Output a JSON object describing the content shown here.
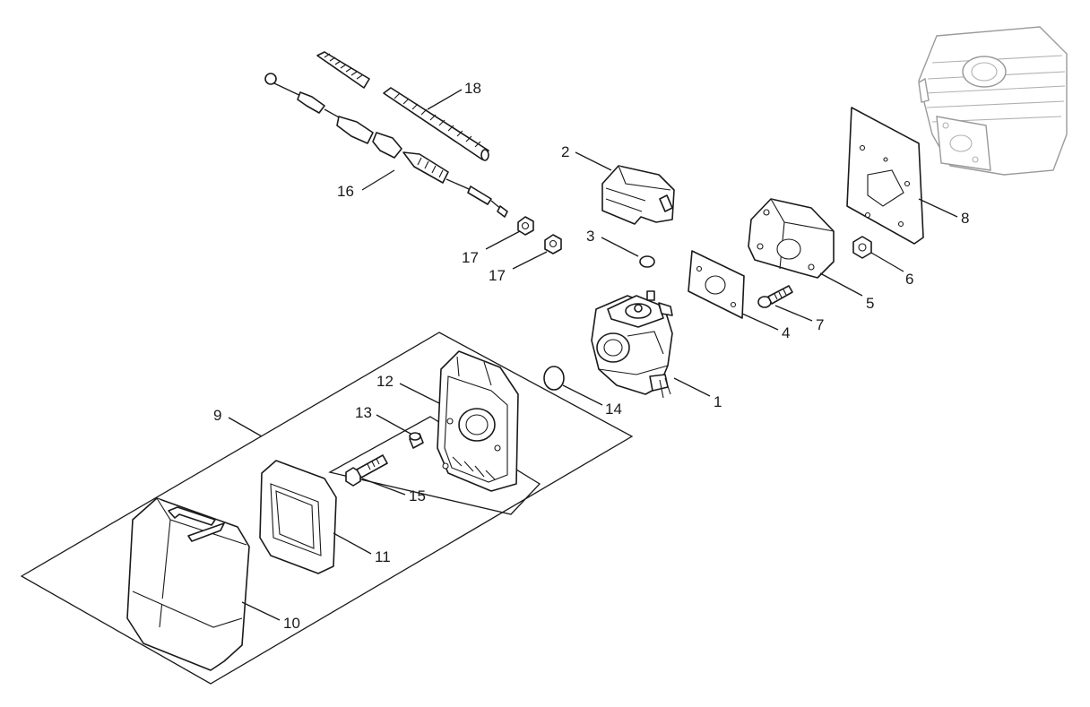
{
  "labels": {
    "p1": "1",
    "p2": "2",
    "p3": "3",
    "p4": "4",
    "p5": "5",
    "p6": "6",
    "p7": "7",
    "p8": "8",
    "p9": "9",
    "p10": "10",
    "p11": "11",
    "p12": "12",
    "p13": "13",
    "p14": "14",
    "p15": "15",
    "p16": "16",
    "p17a": "17",
    "p17b": "17",
    "p18": "18"
  },
  "colors": {
    "line": "#1a1a1a",
    "ghost_line": "#9a9a9a",
    "background": "#ffffff"
  }
}
